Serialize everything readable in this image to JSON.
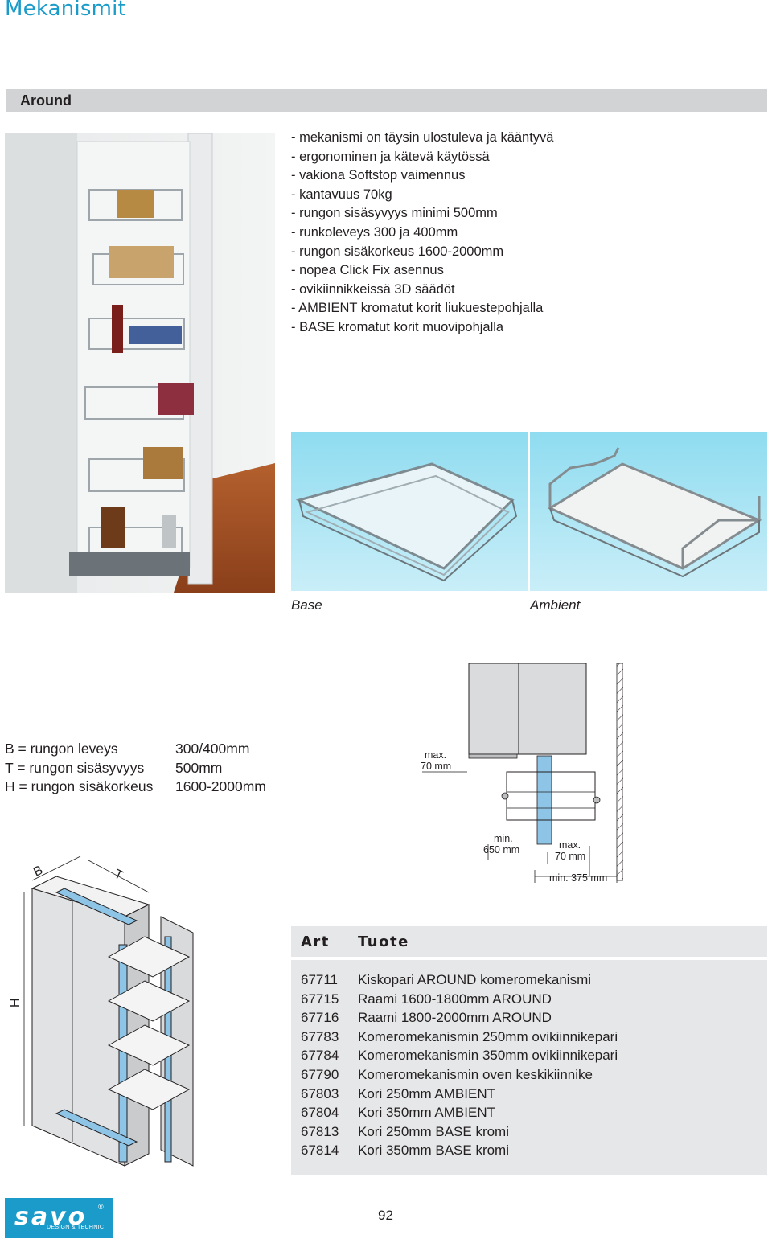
{
  "page": {
    "title": "Mekanismit",
    "section": "Around",
    "page_number": "92"
  },
  "features": [
    "- mekanismi on täysin ulostuleva ja kääntyvä",
    "- ergonominen ja kätevä käytössä",
    "- vakiona Softstop vaimennus",
    "- kantavuus 70kg",
    "- rungon sisäsyvyys minimi 500mm",
    "- runkoleveys 300 ja 400mm",
    "- rungon sisäkorkeus 1600-2000mm",
    "- nopea Click Fix asennus",
    "- ovikiinnikkeissä 3D säädöt",
    "- AMBIENT kromatut korit liukuestepohjalla",
    "- BASE kromatut korit  muovipohjalla"
  ],
  "captions": {
    "base": "Base",
    "ambient": "Ambient"
  },
  "dimensions": [
    {
      "label": "B = rungon leveys",
      "value": "300/400mm"
    },
    {
      "label": "T = rungon sisäsyvyys",
      "value": "500mm"
    },
    {
      "label": "H = rungon sisäkorkeus",
      "value": "1600-2000mm"
    }
  ],
  "diagram_labels": {
    "max1_a": "max.",
    "max1_b": "70 mm",
    "min650_a": "min.",
    "min650_b": "650 mm",
    "max2_a": "max.",
    "max2_b": "70 mm",
    "min375": "min. 375 mm",
    "iso_b": "B",
    "iso_t": "T",
    "iso_h": "H"
  },
  "table": {
    "headers": {
      "art": "Art",
      "product": "Tuote"
    },
    "rows": [
      {
        "art": "67711",
        "product": "Kiskopari AROUND komeromekanismi"
      },
      {
        "art": "67715",
        "product": "Raami 1600-1800mm AROUND"
      },
      {
        "art": "67716",
        "product": "Raami 1800-2000mm AROUND"
      },
      {
        "art": "67783",
        "product": "Komeromekanismin 250mm ovikiinnikepari"
      },
      {
        "art": "67784",
        "product": "Komeromekanismin 350mm ovikiinnikepari"
      },
      {
        "art": "67790",
        "product": "Komeromekanismin oven keskikiinnike"
      },
      {
        "art": "67803",
        "product": "Kori 250mm AMBIENT"
      },
      {
        "art": "67804",
        "product": "Kori 350mm AMBIENT"
      },
      {
        "art": "67813",
        "product": "Kori 250mm BASE kromi"
      },
      {
        "art": "67814",
        "product": "Kori 350mm BASE kromi"
      }
    ]
  },
  "logo": {
    "word": "savo",
    "registered": "®",
    "subtitle": "DESIGN & TECHNIC"
  },
  "colors": {
    "title_blue": "#1a9bc9",
    "section_grey": "#d2d3d5",
    "table_grey": "#e6e7e8",
    "rail_blue": "#8ec5e6"
  }
}
